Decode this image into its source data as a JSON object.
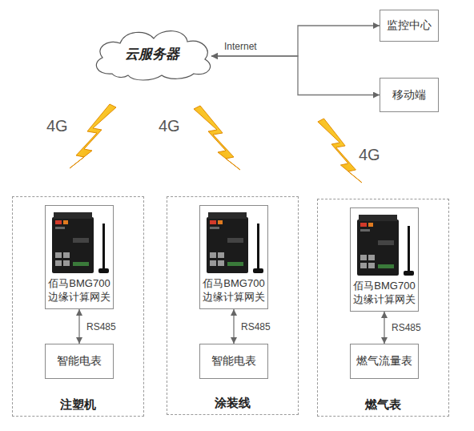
{
  "diagram": {
    "nodes": [
      {
        "text": [
          "云服务器"
        ]
      },
      {
        "text": [
          "监控中心"
        ]
      },
      {
        "text": [
          "移动端"
        ]
      },
      {
        "text": [
          "注塑机"
        ]
      },
      {
        "text": [
          "佰马BMG700 边缘计算网关"
        ],
        "in": 3
      },
      {
        "text": [
          "智能电表"
        ],
        "in": 3
      },
      {
        "text": [
          "涂装线"
        ]
      },
      {
        "text": [
          "佰马BMG700 边缘计算网关"
        ],
        "in": 6
      },
      {
        "text": [
          "智能电表"
        ],
        "in": 6
      },
      {
        "text": [
          "燃气表"
        ]
      },
      {
        "text": [
          "佰马BMG700 边缘计算网关"
        ],
        "in": 9
      },
      {
        "text": [
          "燃气流量表"
        ],
        "in": 9
      }
    ],
    "edges": [
      {
        "from": 0,
        "to": 1,
        "arrow": "both",
        "label": "Internet"
      },
      {
        "from": 0,
        "to": 2,
        "arrow": "both"
      },
      {
        "from": 4,
        "to": 5,
        "arrow": "both",
        "label": "RS485"
      },
      {
        "from": 7,
        "to": 8,
        "arrow": "both",
        "label": "RS485"
      },
      {
        "from": 10,
        "to": 11,
        "arrow": "both",
        "label": "RS485"
      }
    ],
    "labels": [
      "4G",
      "4G",
      "4G"
    ]
  }
}
